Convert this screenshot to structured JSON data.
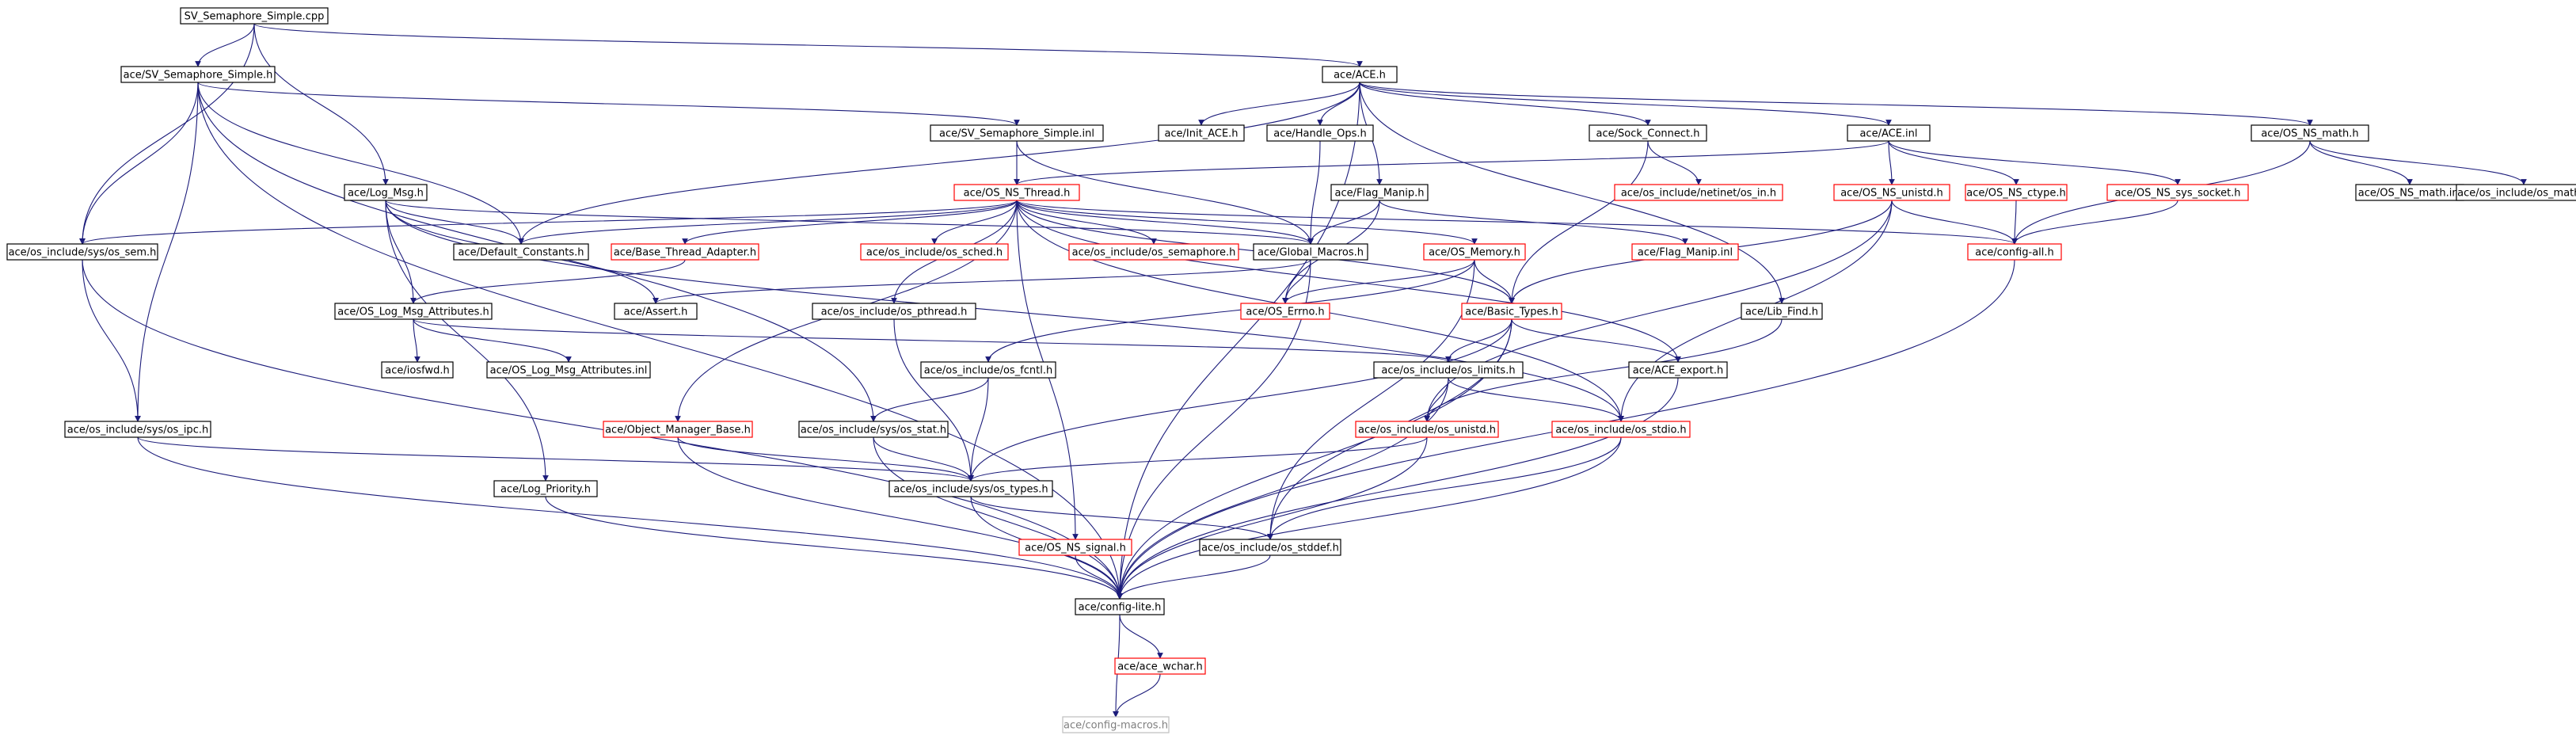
{
  "diagram": {
    "nodes": [
      {
        "id": "root",
        "label": "SV_Semaphore_Simple.cpp",
        "style": "root"
      },
      {
        "id": "svh",
        "label": "ace/SV_Semaphore_Simple.h",
        "style": "normal"
      },
      {
        "id": "aceh",
        "label": "ace/ACE.h",
        "style": "normal"
      },
      {
        "id": "svinl",
        "label": "ace/SV_Semaphore_Simple.inl",
        "style": "normal"
      },
      {
        "id": "initace",
        "label": "ace/Init_ACE.h",
        "style": "normal"
      },
      {
        "id": "handleops",
        "label": "ace/Handle_Ops.h",
        "style": "normal"
      },
      {
        "id": "sockconnect",
        "label": "ace/Sock_Connect.h",
        "style": "normal"
      },
      {
        "id": "aceinl",
        "label": "ace/ACE.inl",
        "style": "normal"
      },
      {
        "id": "osnsmathh",
        "label": "ace/OS_NS_math.h",
        "style": "normal"
      },
      {
        "id": "logmsg",
        "label": "ace/Log_Msg.h",
        "style": "normal"
      },
      {
        "id": "osnsthread",
        "label": "ace/OS_NS_Thread.h",
        "style": "truncated"
      },
      {
        "id": "flagmanip",
        "label": "ace/Flag_Manip.h",
        "style": "normal"
      },
      {
        "id": "netinetin",
        "label": "ace/os_include/netinet/os_in.h",
        "style": "truncated"
      },
      {
        "id": "osnsunistd",
        "label": "ace/OS_NS_unistd.h",
        "style": "truncated"
      },
      {
        "id": "osnsctype",
        "label": "ace/OS_NS_ctype.h",
        "style": "truncated"
      },
      {
        "id": "osnssyssocket",
        "label": "ace/OS_NS_sys_socket.h",
        "style": "truncated"
      },
      {
        "id": "osnsmathinl",
        "label": "ace/OS_NS_math.inl",
        "style": "normal"
      },
      {
        "id": "osmath",
        "label": "ace/os_include/os_math.h",
        "style": "normal"
      },
      {
        "id": "syssem",
        "label": "ace/os_include/sys/os_sem.h",
        "style": "normal"
      },
      {
        "id": "defconst",
        "label": "ace/Default_Constants.h",
        "style": "normal"
      },
      {
        "id": "basethread",
        "label": "ace/Base_Thread_Adapter.h",
        "style": "truncated"
      },
      {
        "id": "ossched",
        "label": "ace/os_include/os_sched.h",
        "style": "truncated"
      },
      {
        "id": "ossemaphore",
        "label": "ace/os_include/os_semaphore.h",
        "style": "truncated"
      },
      {
        "id": "globalmacros",
        "label": "ace/Global_Macros.h",
        "style": "normal"
      },
      {
        "id": "osmemory",
        "label": "ace/OS_Memory.h",
        "style": "truncated"
      },
      {
        "id": "flagmanipinl",
        "label": "ace/Flag_Manip.inl",
        "style": "truncated"
      },
      {
        "id": "configall",
        "label": "ace/config-all.h",
        "style": "truncated"
      },
      {
        "id": "oslogmsgattr",
        "label": "ace/OS_Log_Msg_Attributes.h",
        "style": "normal"
      },
      {
        "id": "assert",
        "label": "ace/Assert.h",
        "style": "normal"
      },
      {
        "id": "ospthread",
        "label": "ace/os_include/os_pthread.h",
        "style": "normal"
      },
      {
        "id": "oserrno",
        "label": "ace/OS_Errno.h",
        "style": "truncated"
      },
      {
        "id": "basictypes",
        "label": "ace/Basic_Types.h",
        "style": "truncated"
      },
      {
        "id": "libfind",
        "label": "ace/Lib_Find.h",
        "style": "normal"
      },
      {
        "id": "iosfwd",
        "label": "ace/iosfwd.h",
        "style": "normal"
      },
      {
        "id": "oslogmsgattrinl",
        "label": "ace/OS_Log_Msg_Attributes.inl",
        "style": "normal"
      },
      {
        "id": "osfcntl",
        "label": "ace/os_include/os_fcntl.h",
        "style": "normal"
      },
      {
        "id": "oslimits",
        "label": "ace/os_include/os_limits.h",
        "style": "normal"
      },
      {
        "id": "aceexport",
        "label": "ace/ACE_export.h",
        "style": "normal"
      },
      {
        "id": "sysipc",
        "label": "ace/os_include/sys/os_ipc.h",
        "style": "normal"
      },
      {
        "id": "objmgr",
        "label": "ace/Object_Manager_Base.h",
        "style": "truncated"
      },
      {
        "id": "sysstat",
        "label": "ace/os_include/sys/os_stat.h",
        "style": "normal"
      },
      {
        "id": "osunistd",
        "label": "ace/os_include/os_unistd.h",
        "style": "truncated"
      },
      {
        "id": "osstdio",
        "label": "ace/os_include/os_stdio.h",
        "style": "truncated"
      },
      {
        "id": "logpriority",
        "label": "ace/Log_Priority.h",
        "style": "normal"
      },
      {
        "id": "systypes",
        "label": "ace/os_include/sys/os_types.h",
        "style": "normal"
      },
      {
        "id": "osnssignal",
        "label": "ace/OS_NS_signal.h",
        "style": "truncated"
      },
      {
        "id": "osstddef",
        "label": "ace/os_include/os_stddef.h",
        "style": "normal"
      },
      {
        "id": "configlite",
        "label": "ace/config-lite.h",
        "style": "normal"
      },
      {
        "id": "acewchar",
        "label": "ace/ace_wchar.h",
        "style": "truncated"
      },
      {
        "id": "configmacros",
        "label": "ace/config-macros.h",
        "style": "leaf"
      }
    ],
    "edges": [
      [
        "root",
        "svh"
      ],
      [
        "root",
        "aceh"
      ],
      [
        "root",
        "logmsg"
      ],
      [
        "root",
        "syssem"
      ],
      [
        "svh",
        "svinl"
      ],
      [
        "svh",
        "defconst"
      ],
      [
        "svh",
        "syssem"
      ],
      [
        "svh",
        "sysipc"
      ],
      [
        "svh",
        "sysstat"
      ],
      [
        "svh",
        "configlite"
      ],
      [
        "aceh",
        "initace"
      ],
      [
        "aceh",
        "handleops"
      ],
      [
        "aceh",
        "sockconnect"
      ],
      [
        "aceh",
        "aceinl"
      ],
      [
        "aceh",
        "osnsmathh"
      ],
      [
        "aceh",
        "flagmanip"
      ],
      [
        "aceh",
        "libfind"
      ],
      [
        "aceh",
        "defconst"
      ],
      [
        "aceh",
        "configlite"
      ],
      [
        "svinl",
        "osnsthread"
      ],
      [
        "svinl",
        "globalmacros"
      ],
      [
        "handleops",
        "globalmacros"
      ],
      [
        "sockconnect",
        "netinetin"
      ],
      [
        "sockconnect",
        "basictypes"
      ],
      [
        "aceinl",
        "osnsthread"
      ],
      [
        "aceinl",
        "osnsunistd"
      ],
      [
        "aceinl",
        "osnsctype"
      ],
      [
        "aceinl",
        "osnssyssocket"
      ],
      [
        "osnsmathh",
        "osnsmathinl"
      ],
      [
        "osnsmathh",
        "osmath"
      ],
      [
        "osnsmathh",
        "configall"
      ],
      [
        "logmsg",
        "defconst"
      ],
      [
        "logmsg",
        "oslogmsgattr"
      ],
      [
        "logmsg",
        "logpriority"
      ],
      [
        "logmsg",
        "assert"
      ],
      [
        "logmsg",
        "globalmacros"
      ],
      [
        "logmsg",
        "osstdio"
      ],
      [
        "osnsthread",
        "syssem"
      ],
      [
        "osnsthread",
        "defconst"
      ],
      [
        "osnsthread",
        "basethread"
      ],
      [
        "osnsthread",
        "ossched"
      ],
      [
        "osnsthread",
        "ossemaphore"
      ],
      [
        "osnsthread",
        "globalmacros"
      ],
      [
        "osnsthread",
        "osmemory"
      ],
      [
        "osnsthread",
        "ospthread"
      ],
      [
        "osnsthread",
        "objmgr"
      ],
      [
        "osnsthread",
        "osnssignal"
      ],
      [
        "osnsthread",
        "basictypes"
      ],
      [
        "osnsthread",
        "configall"
      ],
      [
        "osnsthread",
        "aceexport"
      ],
      [
        "osnsthread",
        "osstdio"
      ],
      [
        "flagmanip",
        "globalmacros"
      ],
      [
        "flagmanip",
        "flagmanipinl"
      ],
      [
        "flagmanip",
        "oserrno"
      ],
      [
        "osnsunistd",
        "configall"
      ],
      [
        "osnsunistd",
        "basictypes"
      ],
      [
        "osnsunistd",
        "osunistd"
      ],
      [
        "osnsunistd",
        "osstdio"
      ],
      [
        "osnsctype",
        "configall"
      ],
      [
        "osnssyssocket",
        "configall"
      ],
      [
        "globalmacros",
        "assert"
      ],
      [
        "globalmacros",
        "oserrno"
      ],
      [
        "globalmacros",
        "configlite"
      ],
      [
        "osmemory",
        "oserrno"
      ],
      [
        "osmemory",
        "basictypes"
      ],
      [
        "osmemory",
        "osfcntl"
      ],
      [
        "osmemory",
        "osstddef"
      ],
      [
        "configall",
        "configlite"
      ],
      [
        "basethread",
        "oslogmsgattr"
      ],
      [
        "oslogmsgattr",
        "iosfwd"
      ],
      [
        "oslogmsgattr",
        "oslogmsgattrinl"
      ],
      [
        "oslogmsgattr",
        "oslimits"
      ],
      [
        "basictypes",
        "oslimits"
      ],
      [
        "basictypes",
        "aceexport"
      ],
      [
        "basictypes",
        "systypes"
      ],
      [
        "basictypes",
        "osstddef"
      ],
      [
        "basictypes",
        "configlite"
      ],
      [
        "libfind",
        "osunistd"
      ],
      [
        "syssem",
        "sysipc"
      ],
      [
        "syssem",
        "configlite"
      ],
      [
        "ospthread",
        "systypes"
      ],
      [
        "osfcntl",
        "sysstat"
      ],
      [
        "osfcntl",
        "systypes"
      ],
      [
        "oslimits",
        "osunistd"
      ],
      [
        "oslimits",
        "osstdio"
      ],
      [
        "oslimits",
        "configlite"
      ],
      [
        "aceexport",
        "configlite"
      ],
      [
        "sysipc",
        "systypes"
      ],
      [
        "sysipc",
        "configlite"
      ],
      [
        "objmgr",
        "systypes"
      ],
      [
        "objmgr",
        "configlite"
      ],
      [
        "sysstat",
        "systypes"
      ],
      [
        "sysstat",
        "configlite"
      ],
      [
        "osunistd",
        "systypes"
      ],
      [
        "osunistd",
        "configlite"
      ],
      [
        "osstdio",
        "osstddef"
      ],
      [
        "osstdio",
        "configlite"
      ],
      [
        "logpriority",
        "configlite"
      ],
      [
        "systypes",
        "osstddef"
      ],
      [
        "systypes",
        "configlite"
      ],
      [
        "osnssignal",
        "configlite"
      ],
      [
        "osstddef",
        "configlite"
      ],
      [
        "configlite",
        "acewchar"
      ],
      [
        "configlite",
        "configmacros"
      ],
      [
        "acewchar",
        "configmacros"
      ]
    ]
  },
  "colors": {
    "edge": "#1b1b7a",
    "normal_border": "#000000",
    "truncated_border": "#ff0000",
    "leaf_border": "#bfbfbf",
    "leaf_text": "#7f7f7f",
    "root_fill": "#bfbfbf"
  }
}
